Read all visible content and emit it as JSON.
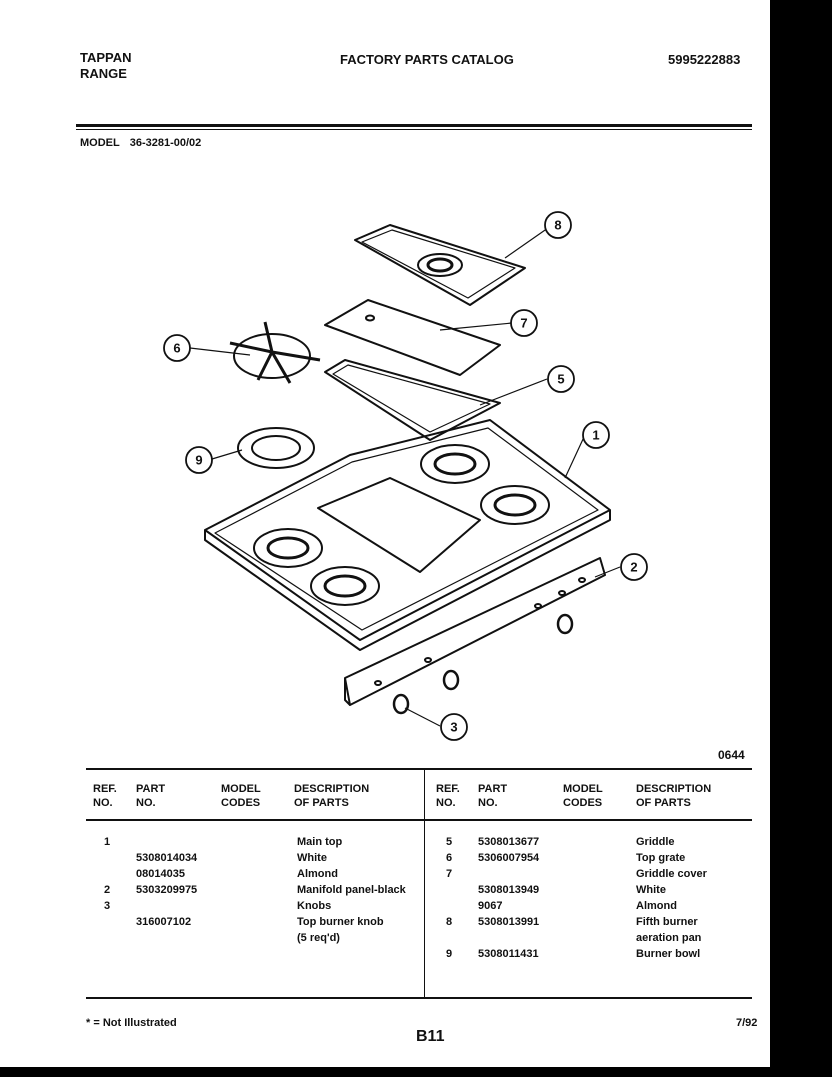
{
  "header": {
    "brand": "TAPPAN",
    "product": "RANGE",
    "title": "FACTORY PARTS CATALOG",
    "catalog_number": "5995222883"
  },
  "model": {
    "label": "MODEL",
    "number": "36-3281-00/02"
  },
  "figure": {
    "number": "0644",
    "callouts": [
      "1",
      "2",
      "3",
      "5",
      "6",
      "7",
      "8",
      "9"
    ]
  },
  "table": {
    "headers": {
      "ref": [
        "REF.",
        "NO."
      ],
      "part": [
        "PART",
        "NO."
      ],
      "model": [
        "MODEL",
        "CODES"
      ],
      "desc": [
        "DESCRIPTION",
        "OF PARTS"
      ]
    },
    "left_rows": [
      {
        "ref": "1",
        "part": "",
        "desc": "Main top"
      },
      {
        "ref": "",
        "part": "5308014034",
        "desc": "White"
      },
      {
        "ref": "",
        "part": "08014035",
        "desc": "Almond"
      },
      {
        "ref": "2",
        "part": "5303209975",
        "desc": "Manifold panel-black"
      },
      {
        "ref": "3",
        "part": "",
        "desc": "Knobs"
      },
      {
        "ref": "",
        "part": "316007102",
        "desc": "Top burner knob"
      },
      {
        "ref": "",
        "part": "",
        "desc": "(5 req'd)"
      }
    ],
    "right_rows": [
      {
        "ref": "5",
        "part": "5308013677",
        "desc": "Griddle"
      },
      {
        "ref": "6",
        "part": "5306007954",
        "desc": "Top grate"
      },
      {
        "ref": "7",
        "part": "",
        "desc": "Griddle cover"
      },
      {
        "ref": "",
        "part": "5308013949",
        "desc": "White"
      },
      {
        "ref": "",
        "part": "9067",
        "desc": "Almond"
      },
      {
        "ref": "8",
        "part": "5308013991",
        "desc": "Fifth burner"
      },
      {
        "ref": "",
        "part": "",
        "desc": "aeration pan"
      },
      {
        "ref": "9",
        "part": "5308011431",
        "desc": "Burner bowl"
      }
    ]
  },
  "footer": {
    "note": "* = Not Illustrated",
    "page": "B11",
    "date": "7/92"
  }
}
